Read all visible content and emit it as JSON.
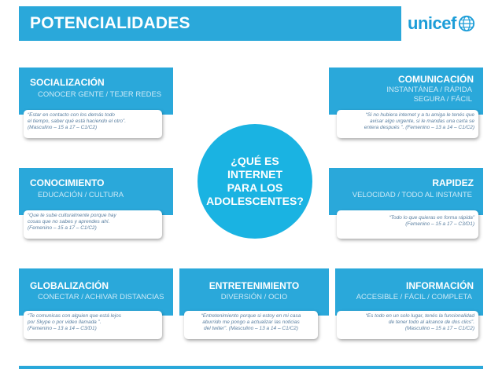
{
  "header": {
    "title": "POTENCIALIDADES",
    "logo_text": "unicef"
  },
  "center": {
    "lines": [
      "¿QUÉ ES",
      "INTERNET",
      "PARA LOS",
      "ADOLESCENTES?"
    ]
  },
  "panels": {
    "socializacion": {
      "title": "SOCIALIZACIÓN",
      "subtitle": "CONOCER GENTE / TEJER REDES",
      "quote": [
        "“Estar en contacto con los demás todo",
        "el tiempo, saber qué está haciendo el otro”.",
        "(Masculino – 15 a 17 – C1/C2)"
      ]
    },
    "comunicacion": {
      "title": "COMUNICACIÓN",
      "subtitle": [
        "INSTANTÁNEA / RÁPIDA",
        "SEGURA / FÁCIL"
      ],
      "quote": [
        "“Si no hubiera internet y a tu amiga le tenés que",
        "avisar algo urgente, si le mandas una carta se",
        "entera después ”. (Femenino – 13 a 14 – C1/C2)"
      ]
    },
    "conocimiento": {
      "title": "CONOCIMIENTO",
      "subtitle": "EDUCACIÓN / CULTURA",
      "quote": [
        "“Que te sube culturalmente porque hay",
        "cosas que no sabes y aprendes ahí.",
        "(Femenino – 15 a 17 – C1/C2)"
      ]
    },
    "rapidez": {
      "title": "RAPIDEZ",
      "subtitle": "VELOCIDAD / TODO AL INSTANTE",
      "quote": [
        "“Todo lo que quieras en forma rápida”",
        "(Femenino – 15 a 17 – C3/D1)"
      ]
    },
    "globalizacion": {
      "title": "GLOBALIZACIÓN",
      "subtitle": "CONECTAR / ACHIVAR DISTANCIAS",
      "quote": [
        "“Te comunicas con alguien que está lejos",
        "por Skype o por video llamada ”.",
        "(Femenino – 13 a 14 – C3/D1)"
      ]
    },
    "entretenimiento": {
      "title": "ENTRETENIMIENTO",
      "subtitle": "DIVERSIÓN / OCIO",
      "quote": [
        "“Entretenimiento porque si estoy en mi casa",
        "aburrido me pongo a actualizar las noticias",
        "del twiter”. (Masculino – 13 a 14 – C1/C2)"
      ]
    },
    "informacion": {
      "title": "INFORMACIÓN",
      "subtitle": "ACCESIBLE / FÁCIL / COMPLETA",
      "quote": [
        "“Es todo en un solo lugar, tenés la funcionalidad",
        "de tener todo al alcance de dos clics”.",
        "(Masculino – 15 a 17 – C1/C2)"
      ]
    }
  },
  "colors": {
    "primary": "#2aa8da",
    "circle": "#1ab3e2",
    "quote_text": "#5a7fa0"
  }
}
